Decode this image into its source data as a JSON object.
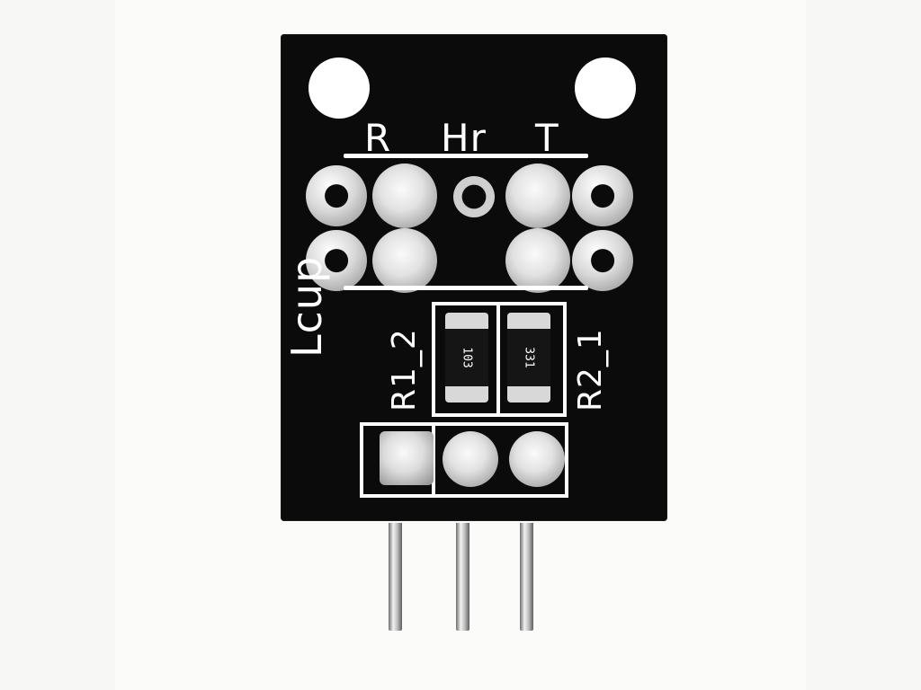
{
  "module": {
    "silkscreen": {
      "label_r": "R",
      "label_hr": "Hr",
      "label_t": "T",
      "label_lcup": "Lcup",
      "label_r1_2": "R1_2",
      "label_r2_1": "R2_1"
    },
    "resistors": [
      {
        "code": "103"
      },
      {
        "code": "331"
      }
    ],
    "colors": {
      "board": "#0b0b0b",
      "silkscreen": "#ffffff",
      "solder": "#d9d9d9",
      "background": "#f7f7f5"
    }
  }
}
